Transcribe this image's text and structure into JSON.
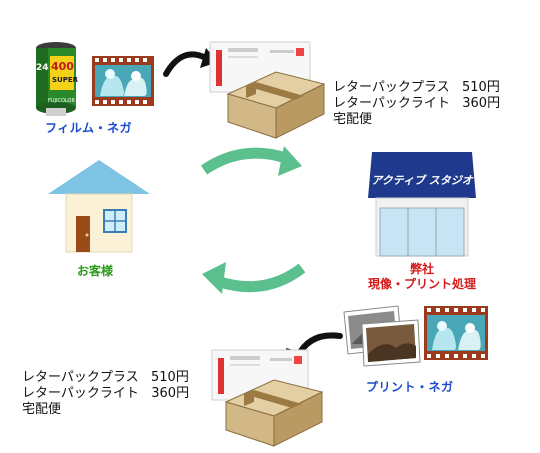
{
  "film_label": "フィルム・ネガ",
  "film_canister": {
    "speed": "400",
    "brand": "SUPER",
    "exposures": "24",
    "maker": "FUJICOLOR"
  },
  "customer_label": "お客様",
  "studio": {
    "sign": "アクティブ スタジオ",
    "label_line1": "弊社",
    "label_line2": "現像・プリント処理"
  },
  "print_label": "プリント・ネガ",
  "top_shipping": {
    "line1": "レターパックプラス   510円",
    "line2": "レターパックライト   360円",
    "line3": "宅配便"
  },
  "bottom_shipping": {
    "line1": "レターパックプラス   510円",
    "line2": "レターパックライト   360円",
    "line3": "宅配便"
  },
  "colors": {
    "arrow_green": "#5cc08e",
    "house_roof": "#7ec3e3",
    "house_wall": "#fbf1d6",
    "studio_roof": "#1f3a8c",
    "black_arrow": "#111111"
  }
}
